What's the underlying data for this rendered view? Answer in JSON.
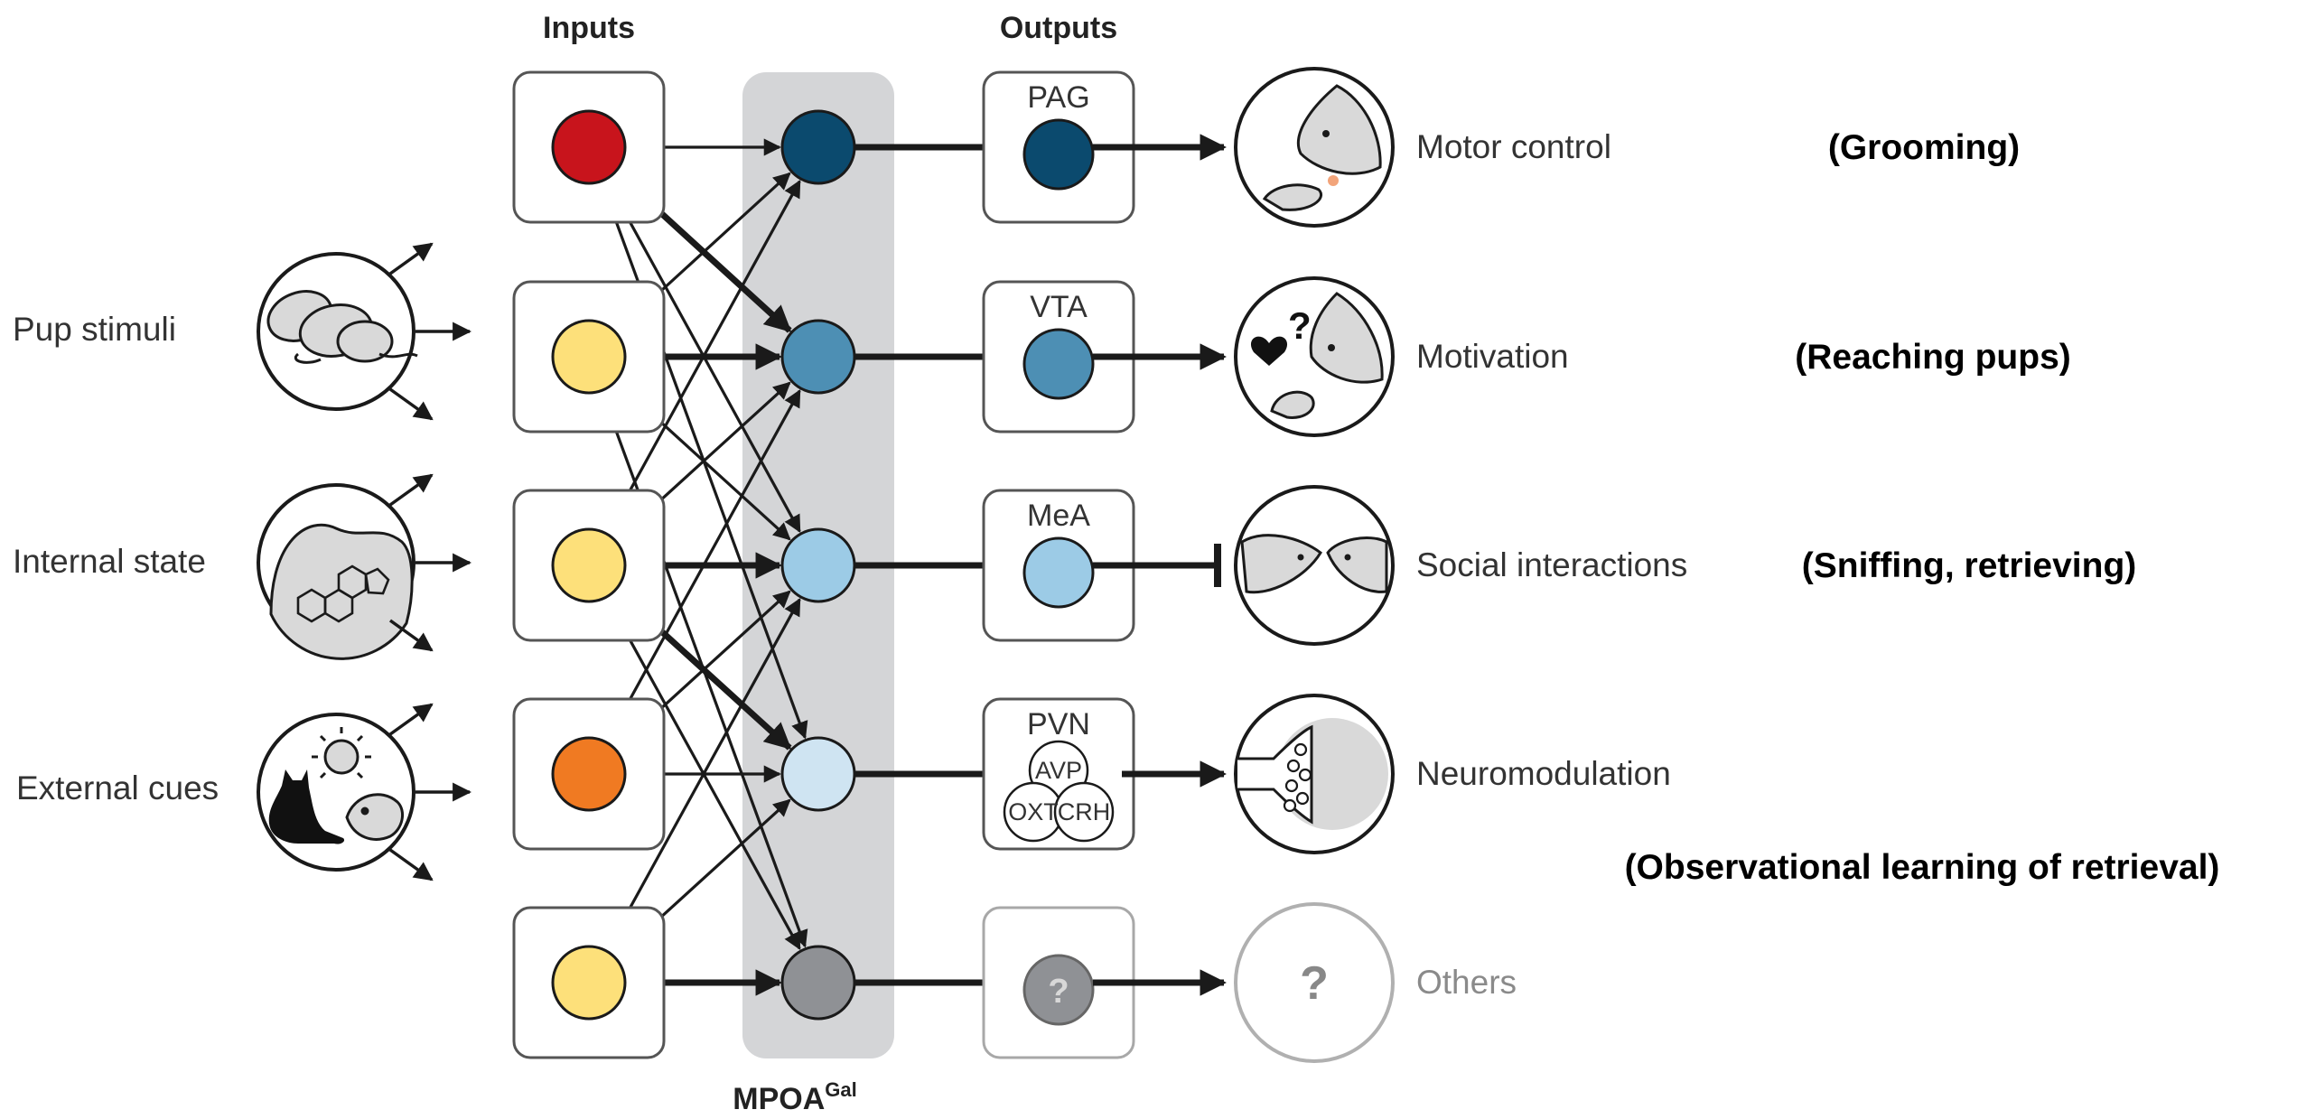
{
  "headers": {
    "inputs": "Inputs",
    "outputs": "Outputs",
    "mpoa_base": "MPOA",
    "mpoa_sup": "Gal"
  },
  "input_sources": [
    {
      "label": "Pup stimuli",
      "icon": "pup-stimuli-icon"
    },
    {
      "label": "Internal state",
      "icon": "hormone-molecule-icon"
    },
    {
      "label": "External cues",
      "icon": "cat-sun-mouse-icon"
    }
  ],
  "inputs": [
    {
      "color": "#c8141c"
    },
    {
      "color": "#fde07a"
    },
    {
      "color": "#fde07a"
    },
    {
      "color": "#f07a22"
    },
    {
      "color": "#fde07a"
    }
  ],
  "mpoa_neurons": [
    {
      "color": "#0b4a6e"
    },
    {
      "color": "#4d8fb4"
    },
    {
      "color": "#9ccbe6"
    },
    {
      "color": "#cfe4f2"
    },
    {
      "color": "#8f9195"
    }
  ],
  "outputs": [
    {
      "region": "PAG",
      "color": "#0b4a6e",
      "function": "Motor control",
      "behavior": "(Grooming)",
      "icon": "grooming-mouse-icon",
      "terminal": "arrow"
    },
    {
      "region": "VTA",
      "color": "#4d8fb4",
      "function": "Motivation",
      "behavior": "(Reaching pups)",
      "icon": "motivation-mouse-icon",
      "terminal": "arrow"
    },
    {
      "region": "MeA",
      "color": "#9ccbe6",
      "function": "Social interactions",
      "behavior": "(Sniffing, retrieving)",
      "icon": "social-mice-icon",
      "terminal": "bar"
    },
    {
      "region": "PVN",
      "color": "",
      "function": "Neuromodulation",
      "behavior": "",
      "icon": "neurosecretory-terminal-icon",
      "terminal": "arrow",
      "subcells": [
        "AVP",
        "OXT",
        "CRH"
      ]
    },
    {
      "region": "?",
      "color": "#8f9195",
      "function": "Others",
      "behavior": "",
      "icon": "question-mark-icon",
      "terminal": "arrow"
    }
  ],
  "extra_behavior": "(Observational learning of retrieval)",
  "others_glyph": "?",
  "connections": [
    [
      0,
      0,
      "thin"
    ],
    [
      0,
      1,
      "thick"
    ],
    [
      0,
      2,
      "thin"
    ],
    [
      0,
      3,
      "thin"
    ],
    [
      1,
      0,
      "thin"
    ],
    [
      1,
      1,
      "thick"
    ],
    [
      1,
      2,
      "thin"
    ],
    [
      1,
      4,
      "thin"
    ],
    [
      2,
      0,
      "thin"
    ],
    [
      2,
      1,
      "thin"
    ],
    [
      2,
      2,
      "thick"
    ],
    [
      2,
      3,
      "thick"
    ],
    [
      2,
      4,
      "thin"
    ],
    [
      3,
      1,
      "thin"
    ],
    [
      3,
      2,
      "thin"
    ],
    [
      3,
      3,
      "thin"
    ],
    [
      4,
      2,
      "thin"
    ],
    [
      4,
      3,
      "thin"
    ],
    [
      4,
      4,
      "thick"
    ]
  ]
}
